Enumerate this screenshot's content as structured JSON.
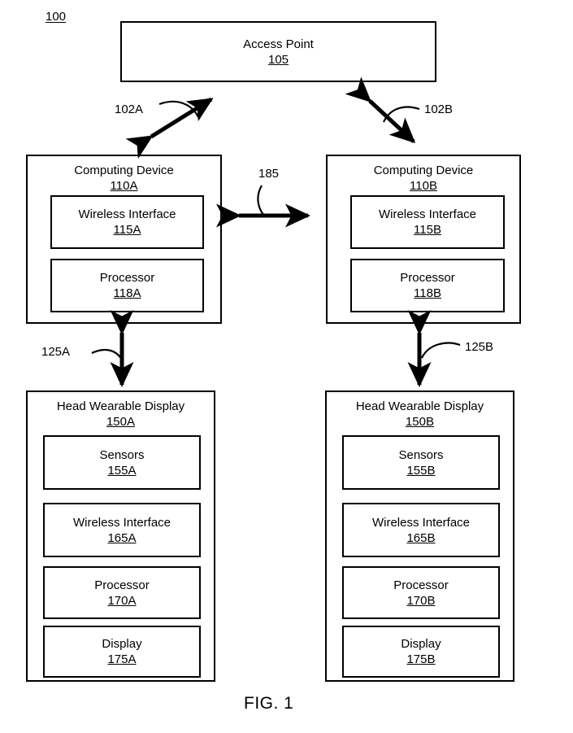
{
  "figure": {
    "figure_number_ref": "100",
    "caption": "FIG. 1"
  },
  "access_point": {
    "label": "Access Point",
    "number": "105"
  },
  "links": {
    "ap_to_device_a": "102A",
    "ap_to_device_b": "102B",
    "device_to_device": "185",
    "device_a_to_hwd_a": "125A",
    "device_b_to_hwd_b": "125B"
  },
  "computing_devices": [
    {
      "label": "Computing Device",
      "number": "110A",
      "components": [
        {
          "label": "Wireless Interface",
          "number": "115A"
        },
        {
          "label": "Processor",
          "number": "118A"
        }
      ]
    },
    {
      "label": "Computing Device",
      "number": "110B",
      "components": [
        {
          "label": "Wireless Interface",
          "number": "115B"
        },
        {
          "label": "Processor",
          "number": "118B"
        }
      ]
    }
  ],
  "head_wearable_displays": [
    {
      "label": "Head Wearable Display",
      "number": "150A",
      "components": [
        {
          "label": "Sensors",
          "number": "155A"
        },
        {
          "label": "Wireless Interface",
          "number": "165A"
        },
        {
          "label": "Processor",
          "number": "170A"
        },
        {
          "label": "Display",
          "number": "175A"
        }
      ]
    },
    {
      "label": "Head Wearable Display",
      "number": "150B",
      "components": [
        {
          "label": "Sensors",
          "number": "155B"
        },
        {
          "label": "Wireless Interface",
          "number": "165B"
        },
        {
          "label": "Processor",
          "number": "170B"
        },
        {
          "label": "Display",
          "number": "175B"
        }
      ]
    }
  ],
  "colors": {
    "stroke": "#000000",
    "background": "#ffffff"
  }
}
